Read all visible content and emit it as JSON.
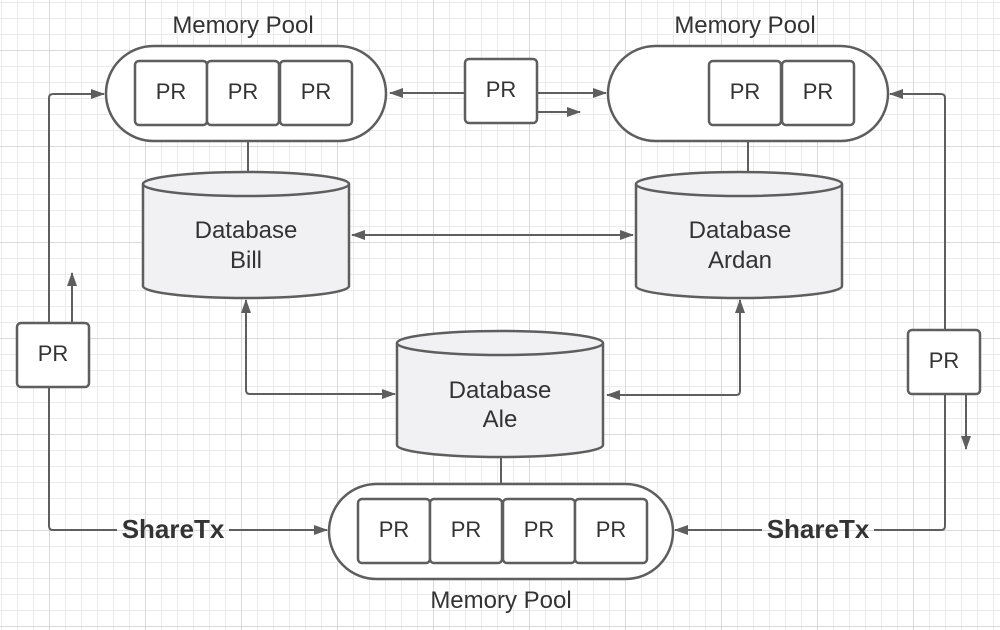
{
  "diagram": {
    "colors": {
      "stroke": "#5e5e5e",
      "text": "#333333",
      "database_fill": "#f1f1f3",
      "shape_fill": "#ffffff",
      "grid_minor": "#ebebeb",
      "grid_major": "#d9d9d9"
    },
    "memory_pools": [
      {
        "id": "pool-top-left",
        "title": "Memory Pool",
        "items": [
          "PR",
          "PR",
          "PR"
        ]
      },
      {
        "id": "pool-top-right",
        "title": "Memory Pool",
        "items": [
          "PR",
          "PR"
        ]
      },
      {
        "id": "pool-bottom",
        "title": "Memory Pool",
        "items": [
          "PR",
          "PR",
          "PR",
          "PR"
        ]
      }
    ],
    "databases": [
      {
        "id": "db-bill",
        "line1": "Database",
        "line2": "Bill"
      },
      {
        "id": "db-ardan",
        "line1": "Database",
        "line2": "Ardan"
      },
      {
        "id": "db-ale",
        "line1": "Database",
        "line2": "Ale"
      }
    ],
    "floating_pr": [
      {
        "id": "pr-top-middle",
        "label": "PR"
      },
      {
        "id": "pr-left",
        "label": "PR"
      },
      {
        "id": "pr-right",
        "label": "PR"
      }
    ],
    "edge_labels": {
      "share_left": "ShareTx",
      "share_right": "ShareTx"
    },
    "connections": [
      {
        "from": "pr-top-middle",
        "to": "pool-top-left",
        "directed": true
      },
      {
        "from": "pr-top-middle",
        "to": "pool-top-right",
        "directed": true
      },
      {
        "from": "db-bill",
        "to": "db-ardan",
        "bidirectional": true
      },
      {
        "from": "db-bill",
        "to": "db-ale",
        "bidirectional": true
      },
      {
        "from": "db-ardan",
        "to": "db-ale",
        "bidirectional": true
      },
      {
        "from": "pool-top-left",
        "to": "db-bill",
        "directed": false
      },
      {
        "from": "pool-top-right",
        "to": "db-ardan",
        "directed": false
      },
      {
        "from": "db-ale",
        "to": "pool-bottom",
        "directed": false
      },
      {
        "from": "pool-bottom",
        "to": "pool-top-left",
        "via": "pr-left",
        "label": "ShareTx",
        "directed": true
      },
      {
        "from": "pool-bottom",
        "to": "pool-top-right",
        "via": "pr-right",
        "label": "ShareTx",
        "directed": true
      }
    ]
  }
}
